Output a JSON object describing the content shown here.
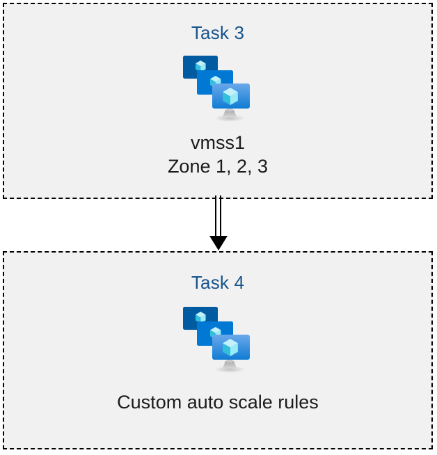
{
  "diagram": {
    "background_color": "#ffffff",
    "box_fill_color": "#f1f1f1",
    "box_border_color": "#000000",
    "title_color": "#18548c",
    "caption_color": "#1a1a1a",
    "connector_color": "#000000",
    "icon_colors": {
      "monitor_back": "#005ba1",
      "monitor_middle": "#0078d4",
      "monitor_front_top": "#5ea0e8",
      "monitor_front_bottom": "#0f7cd4",
      "cube_light": "#c3f1fb",
      "cube_mid": "#9bebf7",
      "cube_dark": "#32bedd",
      "stand": "#b3b3b3"
    },
    "boxes": [
      {
        "id": "task3",
        "title": "Task 3",
        "icon": "virtual-machine-scale-set-icon",
        "captions": [
          "vmss1",
          "Zone 1, 2, 3"
        ]
      },
      {
        "id": "task4",
        "title": "Task 4",
        "icon": "virtual-machine-scale-set-icon",
        "captions": [
          "Custom auto scale rules"
        ]
      }
    ],
    "connector": {
      "name": "arrow-task3-to-task4",
      "style": "double-line-with-filled-arrowhead",
      "direction": "down"
    }
  }
}
